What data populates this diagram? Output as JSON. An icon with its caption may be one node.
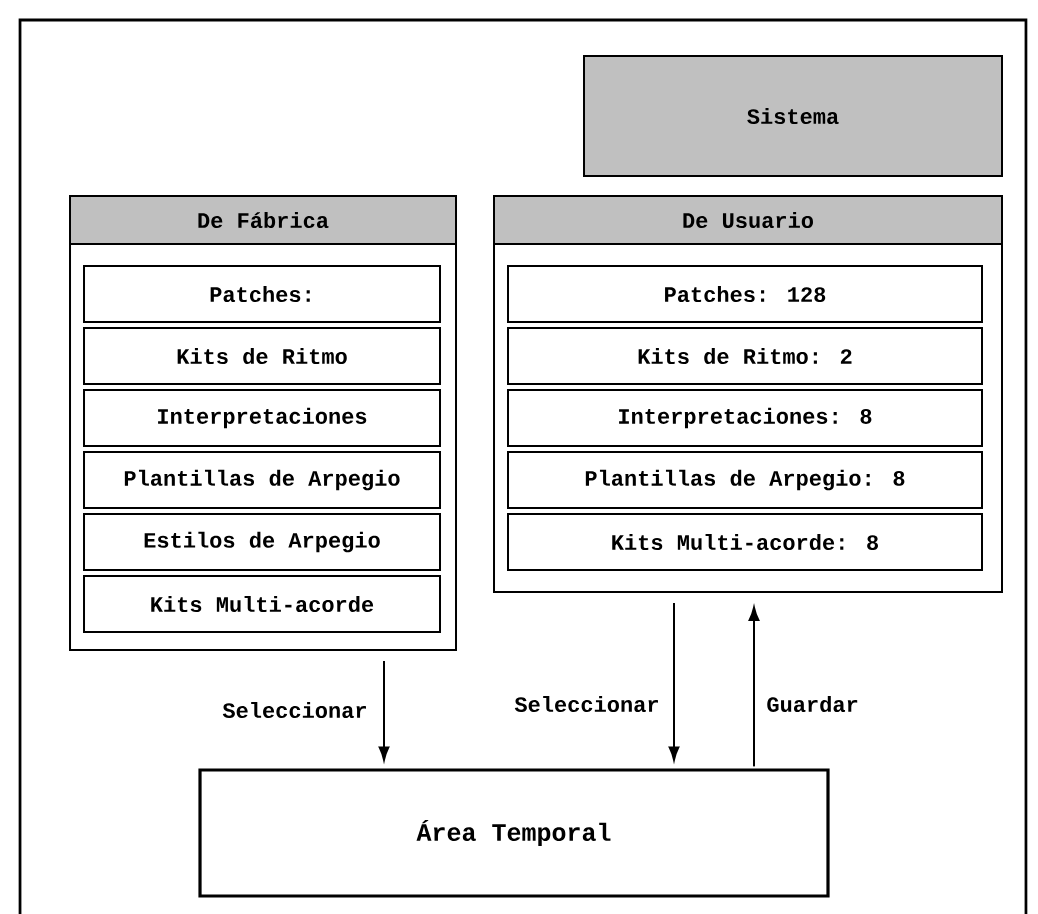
{
  "diagram": {
    "nodes": [
      {
        "text": [],
        "shape": "box"
      },
      {
        "text": [
          "Sistema"
        ],
        "in": 0
      },
      {
        "text": [
          "De Fábrica"
        ],
        "in": 0
      },
      {
        "text": [
          "Patches:"
        ],
        "in": 2
      },
      {
        "text": [
          "Kits de Ritmo"
        ],
        "in": 2
      },
      {
        "text": [
          "Interpretaciones"
        ],
        "in": 2
      },
      {
        "text": [
          "Plantillas de Arpegio"
        ],
        "in": 2
      },
      {
        "text": [
          "Estilos de Arpegio"
        ],
        "in": 2
      },
      {
        "text": [
          "Kits Multi-acorde"
        ],
        "in": 2
      },
      {
        "text": [
          "De Usuario"
        ],
        "in": 0
      },
      {
        "text": [
          "Patches: 128"
        ],
        "in": 9
      },
      {
        "text": [
          "Kits de Ritmo: 2"
        ],
        "in": 9
      },
      {
        "text": [
          "Interpretaciones: 8"
        ],
        "in": 9
      },
      {
        "text": [
          "Plantillas de Arpegio: 8"
        ],
        "in": 9
      },
      {
        "text": [
          "Kits Multi-acorde: 8"
        ],
        "in": 9
      },
      {
        "text": [
          "Área Temporal"
        ],
        "in": 0
      }
    ],
    "edges": [
      {
        "from": 2,
        "to": 15,
        "arrow": "to",
        "label": "Seleccionar"
      },
      {
        "from": 9,
        "to": 15,
        "arrow": "to",
        "label": "Seleccionar"
      },
      {
        "from": 15,
        "to": 9,
        "arrow": "to",
        "label": "Guardar"
      }
    ]
  }
}
